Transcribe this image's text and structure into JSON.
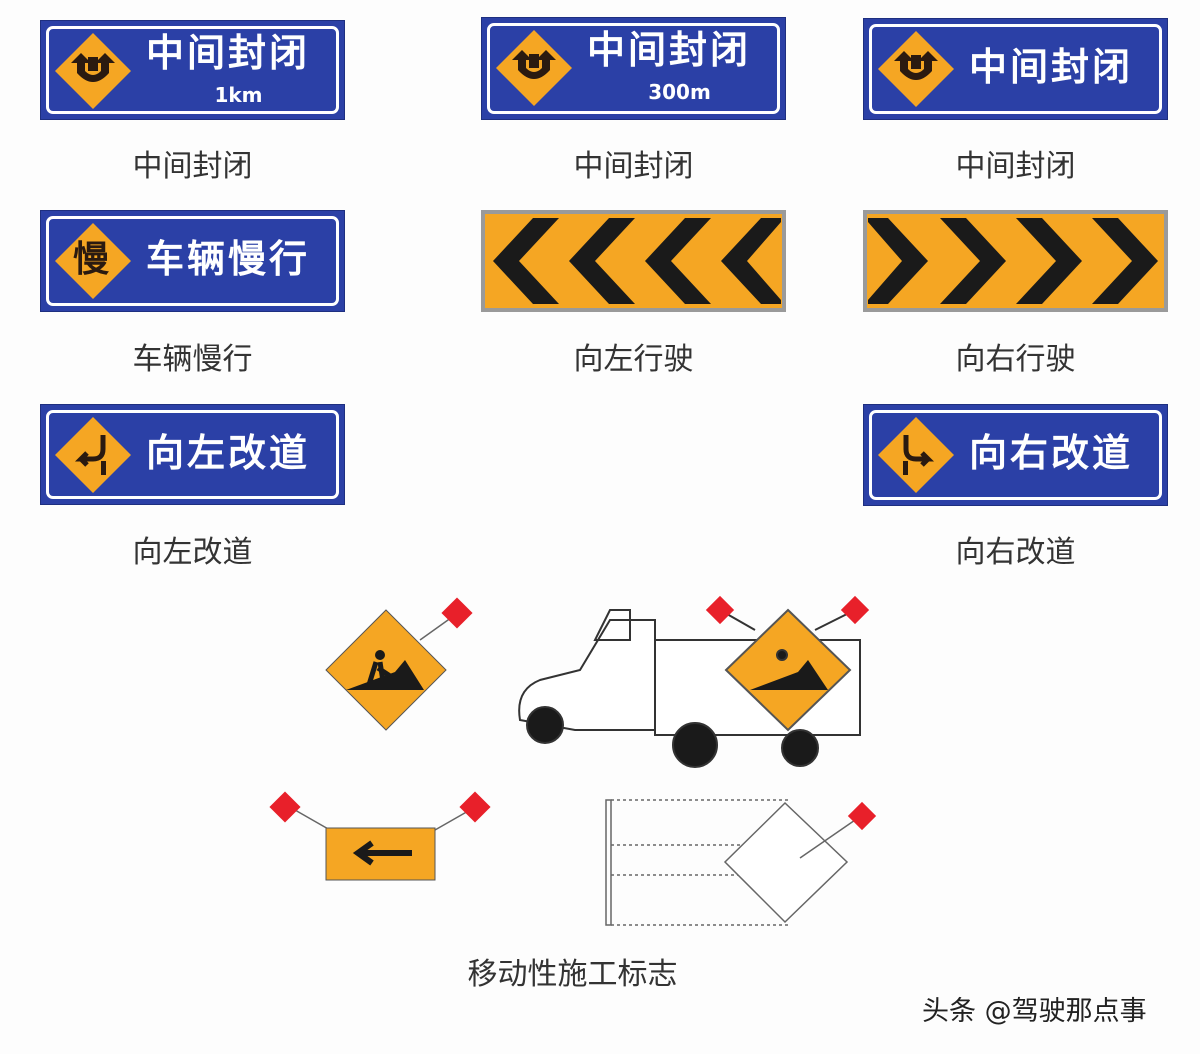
{
  "signs": [
    {
      "text": "中间封闭",
      "sub": "1km",
      "caption": "中间封闭"
    },
    {
      "text": "中间封闭",
      "sub": "300m",
      "caption": "中间封闭"
    },
    {
      "text": "中间封闭",
      "caption": "中间封闭"
    },
    {
      "text": "车辆慢行",
      "diamond_text": "慢",
      "caption": "车辆慢行"
    },
    {
      "caption": "向左行驶"
    },
    {
      "caption": "向右行驶"
    },
    {
      "text": "向左改道",
      "caption": "向左改道"
    },
    {
      "text": "向右改道",
      "caption": "向右改道"
    }
  ],
  "bottom_caption": "移动性施工标志",
  "watermark": "头条 @驾驶那点事",
  "colors": {
    "blue": "#2b40a6",
    "orange": "#f5a623",
    "black": "#1a1a1a"
  }
}
